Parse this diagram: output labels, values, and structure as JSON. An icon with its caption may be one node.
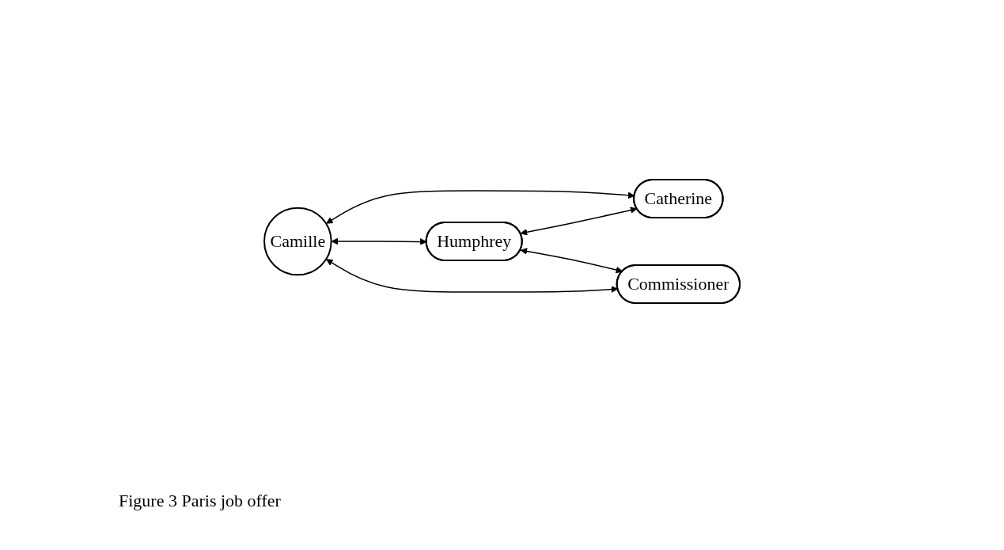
{
  "diagram": {
    "caption": "Figure 3 Paris job offer",
    "nodes": [
      {
        "text": [
          "Camille"
        ]
      },
      {
        "text": [
          "Catherine"
        ]
      },
      {
        "text": [
          "Humphrey"
        ]
      },
      {
        "text": [
          "Commissioner"
        ]
      }
    ],
    "edges": [
      {
        "from": 0,
        "to": 1,
        "arrow": "both"
      },
      {
        "from": 0,
        "to": 2,
        "arrow": "both"
      },
      {
        "from": 0,
        "to": 3,
        "arrow": "both"
      },
      {
        "from": 2,
        "to": 1,
        "arrow": "both"
      },
      {
        "from": 2,
        "to": 3,
        "arrow": "both"
      }
    ]
  }
}
